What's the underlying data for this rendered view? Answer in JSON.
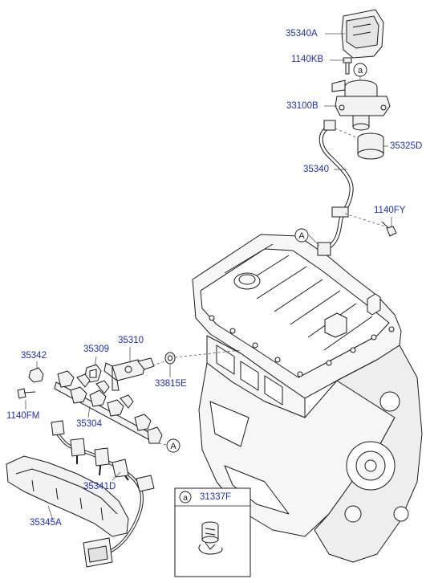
{
  "colors": {
    "part_number": "#1f2fb4",
    "line": "#1a1a1a",
    "fill": "#f2f2f2",
    "leader": "#555555"
  },
  "parts": {
    "p35340A": "35340A",
    "p1140KB": "1140KB",
    "p33100B": "33100B",
    "p35325D": "35325D",
    "p35340": "35340",
    "p1140FY": "1140FY",
    "p35342": "35342",
    "p35309": "35309",
    "p35310": "35310",
    "p33815E": "33815E",
    "p1140FM": "1140FM",
    "p35304": "35304",
    "p35341D": "35341D",
    "p35345A": "35345A"
  },
  "callouts": {
    "circle_a": "a",
    "circle_A_upper": "A",
    "circle_A_lower": "A"
  },
  "inset": {
    "marker": "a",
    "part": "31337F"
  }
}
